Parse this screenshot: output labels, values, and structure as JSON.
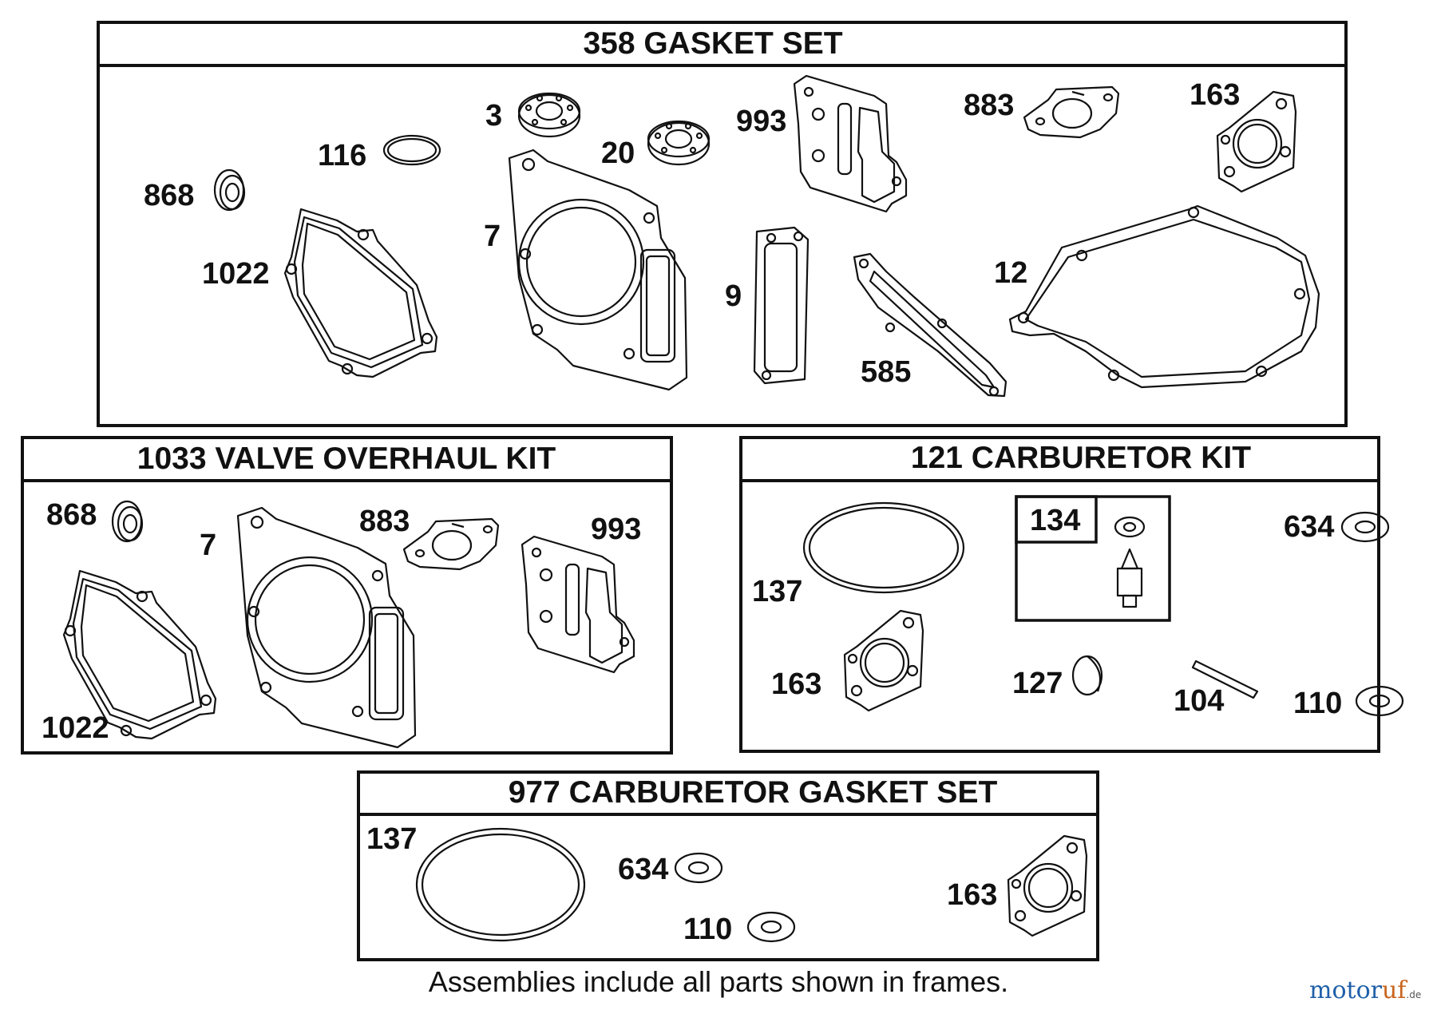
{
  "frames": {
    "gasket_set": {
      "title": "358 GASKET SET"
    },
    "valve_kit": {
      "title": "1033 VALVE OVERHAUL KIT"
    },
    "carb_kit": {
      "title": "121 CARBURETOR KIT"
    },
    "carb_gasket_set": {
      "title": "977 CARBURETOR  GASKET SET"
    }
  },
  "gasket_set_parts": {
    "p868": "868",
    "p116": "116",
    "p3": "3",
    "p20": "20",
    "p993": "993",
    "p883": "883",
    "p163": "163",
    "p1022": "1022",
    "p7": "7",
    "p9": "9",
    "p585": "585",
    "p12": "12"
  },
  "valve_kit_parts": {
    "p868": "868",
    "p7": "7",
    "p883": "883",
    "p993": "993",
    "p1022": "1022"
  },
  "carb_kit_parts": {
    "p137": "137",
    "p134": "134",
    "p634": "634",
    "p163": "163",
    "p127": "127",
    "p104": "104",
    "p110": "110"
  },
  "carb_gasket_parts": {
    "p137": "137",
    "p634": "634",
    "p110": "110",
    "p163": "163"
  },
  "footnote": "Assemblies include all parts shown in frames.",
  "watermark": {
    "brand_a": "motor",
    "brand_b": "uf",
    "suffix": ".de"
  },
  "colors": {
    "line": "#111111",
    "watermark_blue": "#1f5fa8",
    "watermark_orange": "#c8651e"
  }
}
